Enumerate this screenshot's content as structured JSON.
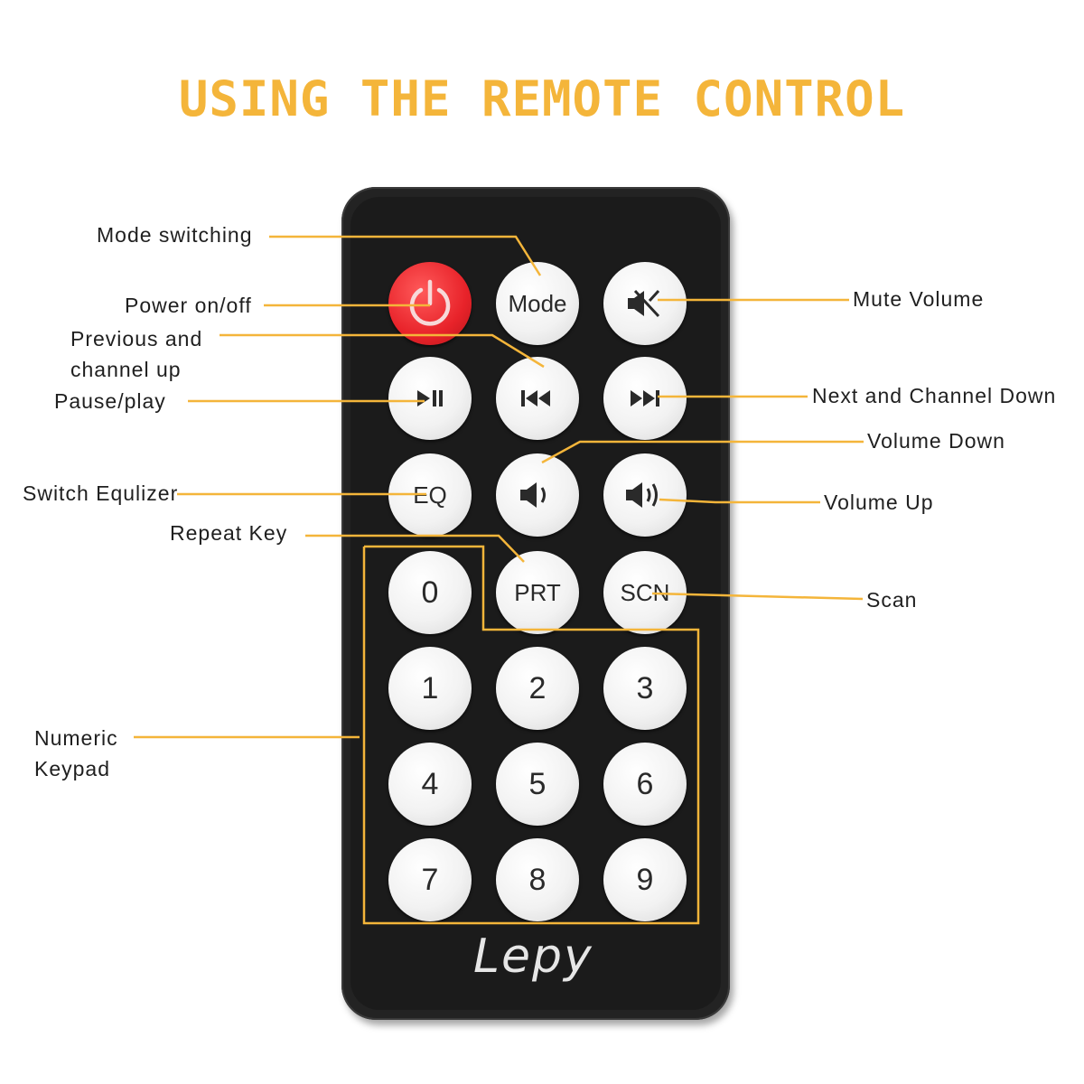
{
  "title": "USING THE REMOTE CONTROL",
  "brand": "Lepy",
  "colors": {
    "accent": "#f4b53a",
    "remote_body": "#232323",
    "button_face": "#f2f2f2",
    "power_button": "#e8232a",
    "label_text": "#1f1f1f"
  },
  "labels": {
    "mode_switching": "Mode switching",
    "power_onoff": "Power on/off",
    "previous_line1": "Previous and",
    "previous_line2": "channel up",
    "pause_play": "Pause/play",
    "switch_equlizer": "Switch Equlizer",
    "repeat_key": "Repeat Key",
    "numeric_line1": "Numeric",
    "numeric_line2": "Keypad",
    "mute_volume": "Mute Volume",
    "next_channel_down": "Next and Channel Down",
    "volume_down": "Volume Down",
    "volume_up": "Volume Up",
    "scan": "Scan"
  },
  "buttons": {
    "power": {
      "icon": "power-icon"
    },
    "mode": {
      "text": "Mode"
    },
    "mute": {
      "icon": "mute-icon"
    },
    "play_pause": {
      "icon": "play-pause-icon"
    },
    "previous": {
      "icon": "previous-track-icon"
    },
    "next": {
      "icon": "next-track-icon"
    },
    "eq": {
      "text": "EQ"
    },
    "vol_down": {
      "icon": "volume-down-icon"
    },
    "vol_up": {
      "icon": "volume-up-icon"
    },
    "prt": {
      "text": "PRT"
    },
    "scn": {
      "text": "SCN"
    },
    "digits": [
      "0",
      "1",
      "2",
      "3",
      "4",
      "5",
      "6",
      "7",
      "8",
      "9"
    ]
  }
}
